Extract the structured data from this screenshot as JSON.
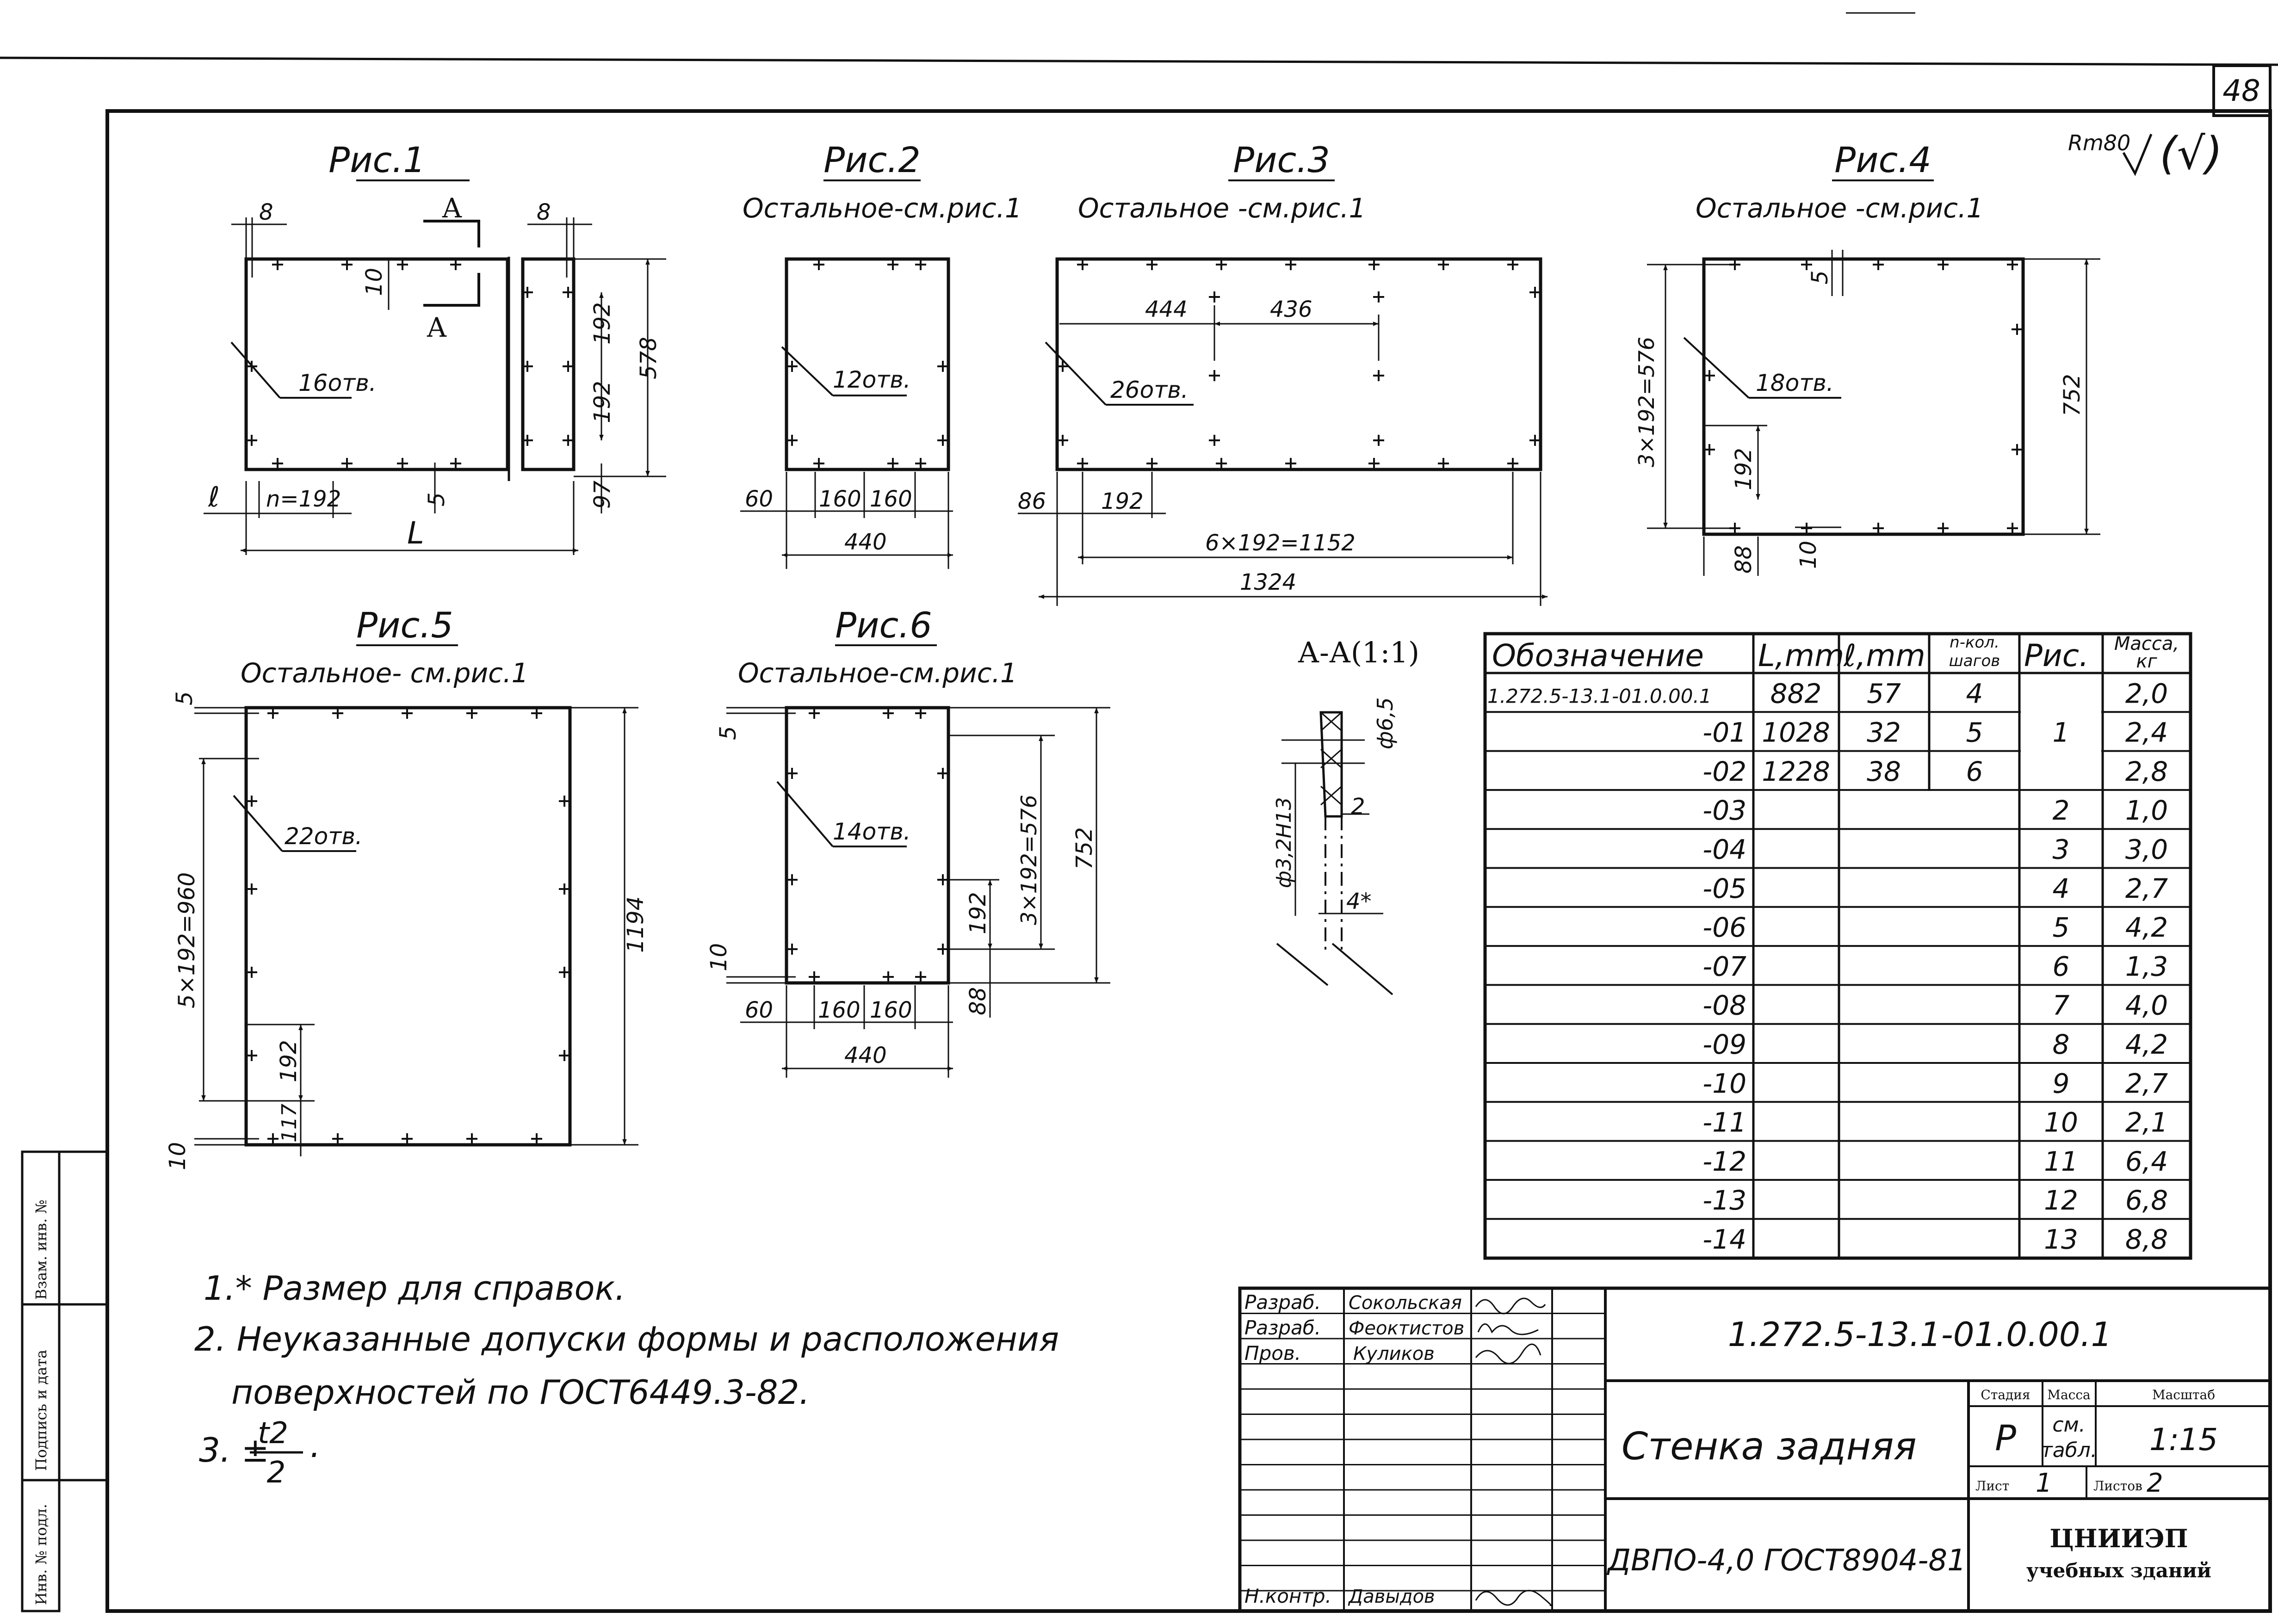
{
  "sheet_number": "48",
  "roughness": "Rm80",
  "roughness_check": "(√)",
  "figures": {
    "f1": {
      "title": "Рис.1",
      "holes": "16отв.",
      "section_mark": "А",
      "dims": {
        "d8a": "8",
        "d8b": "8",
        "d10": "10",
        "d192a": "192",
        "d192b": "192",
        "d578": "578",
        "d5": "5",
        "d97": "97",
        "dl": "ℓ",
        "dn": "n=192",
        "dL": "L"
      }
    },
    "f2": {
      "title": "Рис.2",
      "subtitle": "Остальное-см.рис.1",
      "holes": "12отв.",
      "dims": {
        "d60": "60",
        "d160a": "160",
        "d160b": "160",
        "d440": "440"
      }
    },
    "f3": {
      "title": "Рис.3",
      "subtitle": "Остальное -см.рис.1",
      "holes": "26отв.",
      "dims": {
        "d444": "444",
        "d436": "436",
        "d86": "86",
        "d192": "192",
        "d1152": "6×192=1152",
        "d1324": "1324"
      }
    },
    "f4": {
      "title": "Рис.4",
      "subtitle": "Остальное -см.рис.1",
      "holes": "18отв.",
      "dims": {
        "d5": "5",
        "d576": "3×192=576",
        "d752": "752",
        "d192": "192",
        "d88": "88",
        "d10": "10"
      }
    },
    "f5": {
      "title": "Рис.5",
      "subtitle": "Остальное- см.рис.1",
      "holes": "22отв.",
      "dims": {
        "d5": "5",
        "d960": "5×192=960",
        "d1194": "1194",
        "d192": "192",
        "d117": "117",
        "d10": "10"
      }
    },
    "f6": {
      "title": "Рис.6",
      "subtitle": "Остальное-см.рис.1",
      "holes": "14отв.",
      "dims": {
        "d5": "5",
        "d576": "3×192=576",
        "d752": "752",
        "d192": "192",
        "d10": "10",
        "d88": "88",
        "d60": "60",
        "d160a": "160",
        "d160b": "160",
        "d440": "440"
      }
    }
  },
  "section": {
    "title": "А-А(1:1)",
    "dims": {
      "d65": "ф6,5",
      "d32": "ф3,2Н13",
      "d2": "2",
      "d4": "4*"
    }
  },
  "table": {
    "headers": [
      "Обозначение",
      "L,mm",
      "ℓ,mm",
      "n-кол. шагов",
      "Рис.",
      "Масса, кг"
    ],
    "rows": [
      [
        "1.272.5-13.1-01.0.00.1",
        "882",
        "57",
        "4",
        "",
        "2,0"
      ],
      [
        "-01",
        "1028",
        "32",
        "5",
        "1",
        "2,4"
      ],
      [
        "-02",
        "1228",
        "38",
        "6",
        "",
        "2,8"
      ],
      [
        "-03",
        "",
        "",
        "",
        "2",
        "1,0"
      ],
      [
        "-04",
        "",
        "",
        "",
        "3",
        "3,0"
      ],
      [
        "-05",
        "",
        "",
        "",
        "4",
        "2,7"
      ],
      [
        "-06",
        "",
        "",
        "",
        "5",
        "4,2"
      ],
      [
        "-07",
        "",
        "",
        "",
        "6",
        "1,3"
      ],
      [
        "-08",
        "",
        "",
        "",
        "7",
        "4,0"
      ],
      [
        "-09",
        "",
        "",
        "",
        "8",
        "4,2"
      ],
      [
        "-10",
        "",
        "",
        "",
        "9",
        "2,7"
      ],
      [
        "-11",
        "",
        "",
        "",
        "10",
        "2,1"
      ],
      [
        "-12",
        "",
        "",
        "",
        "11",
        "6,4"
      ],
      [
        "-13",
        "",
        "",
        "",
        "12",
        "6,8"
      ],
      [
        "-14",
        "",
        "",
        "",
        "13",
        "8,8"
      ]
    ]
  },
  "notes": [
    "1.* Размер для справок.",
    "2. Неуказанные допуски формы и расположения",
    "поверхностей по ГОСТ6449.3-82.",
    "3. ±",
    "t2",
    "2"
  ],
  "side_stamps": [
    "Взам. инв. №",
    "Подпись и дата",
    "Инв. № подл."
  ],
  "title_block": {
    "roles": [
      "Разраб.",
      "Разраб.",
      "Пров.",
      "Н.контр."
    ],
    "names": [
      "Сокольская",
      "Феоктистов",
      "Куликов",
      "Давыдов"
    ],
    "document_code": "1.272.5-13.1-01.0.00.1",
    "part_name": "Стенка задняя",
    "material": "ДВПО-4,0 ГОСТ8904-81",
    "stage_label": "Стадия",
    "mass_label": "Масса",
    "scale_label": "Масштаб",
    "stage": "Р",
    "mass": "см. табл.",
    "scale": "1:15",
    "sheet_label": "Лист",
    "sheet": "1",
    "sheets_label": "Листов",
    "sheets": "2",
    "org": "ЦНИИЭП",
    "org_sub": "учебных зданий"
  }
}
